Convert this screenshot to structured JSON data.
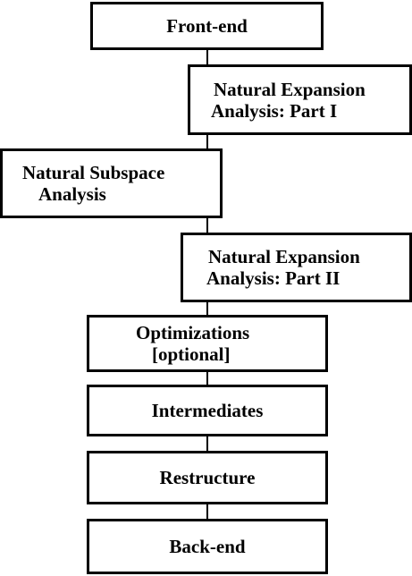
{
  "diagram": {
    "stages": [
      {
        "id": "frontend",
        "lines": [
          "Front-end"
        ]
      },
      {
        "id": "nea1",
        "lines": [
          "Natural Expansion",
          "Analysis: Part I"
        ]
      },
      {
        "id": "nsa",
        "lines": [
          "Natural Subspace",
          "Analysis"
        ]
      },
      {
        "id": "nea2",
        "lines": [
          "Natural Expansion",
          "Analysis: Part II"
        ]
      },
      {
        "id": "opt",
        "lines": [
          "Optimizations",
          "[optional]"
        ]
      },
      {
        "id": "inter",
        "lines": [
          "Intermediates"
        ]
      },
      {
        "id": "restr",
        "lines": [
          "Restructure"
        ]
      },
      {
        "id": "backend",
        "lines": [
          "Back-end"
        ]
      }
    ]
  }
}
